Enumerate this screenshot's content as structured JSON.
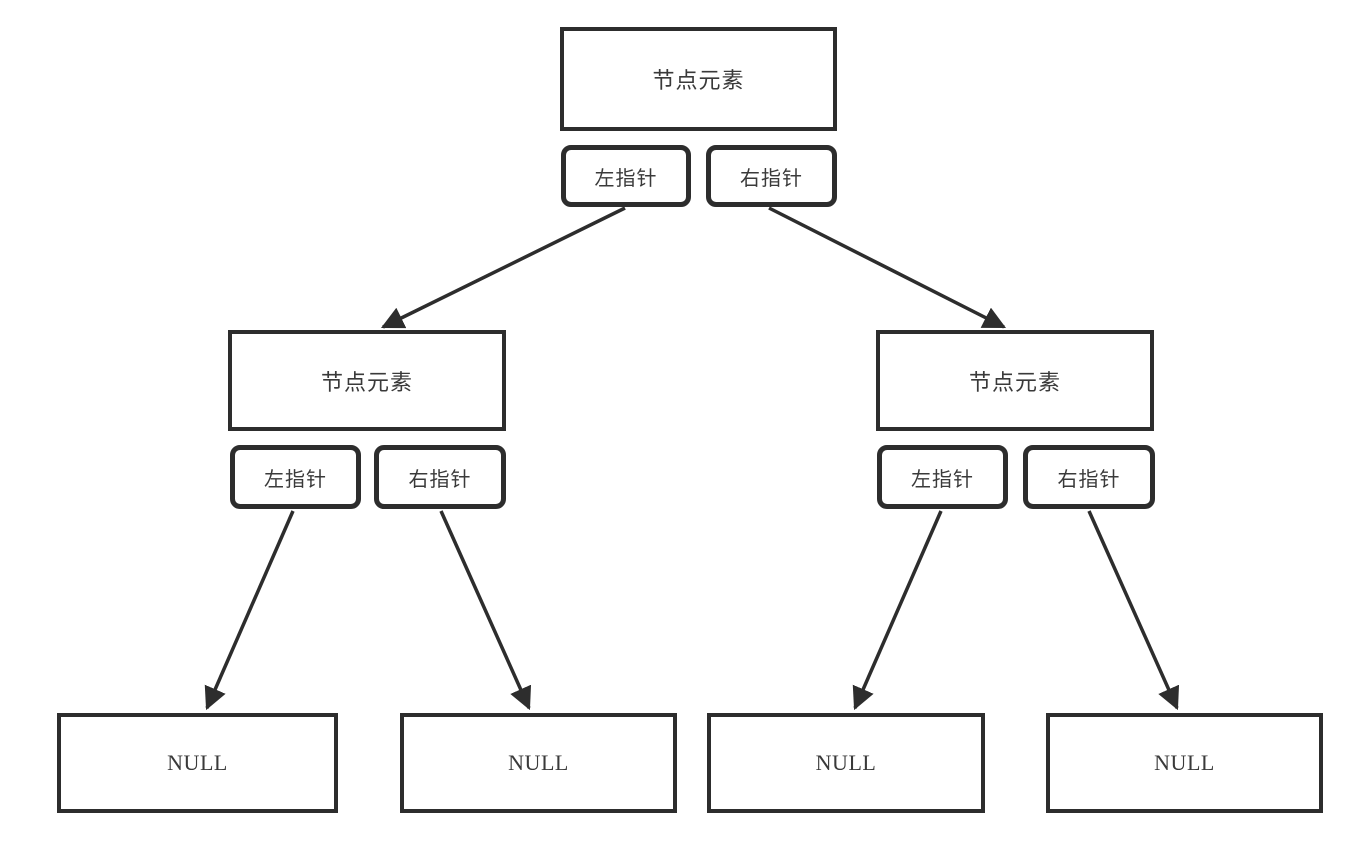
{
  "nodes": {
    "root": {
      "label": "节点元素",
      "left_pointer": "左指针",
      "right_pointer": "右指针"
    },
    "left_child": {
      "label": "节点元素",
      "left_pointer": "左指针",
      "right_pointer": "右指针"
    },
    "right_child": {
      "label": "节点元素",
      "left_pointer": "左指针",
      "right_pointer": "右指针"
    }
  },
  "null_leaves": [
    "NULL",
    "NULL",
    "NULL",
    "NULL"
  ],
  "colors": {
    "border": "#2d2d2d",
    "text": "#3a3a3a",
    "arrow": "#2d2d2d",
    "background": "#ffffff"
  }
}
